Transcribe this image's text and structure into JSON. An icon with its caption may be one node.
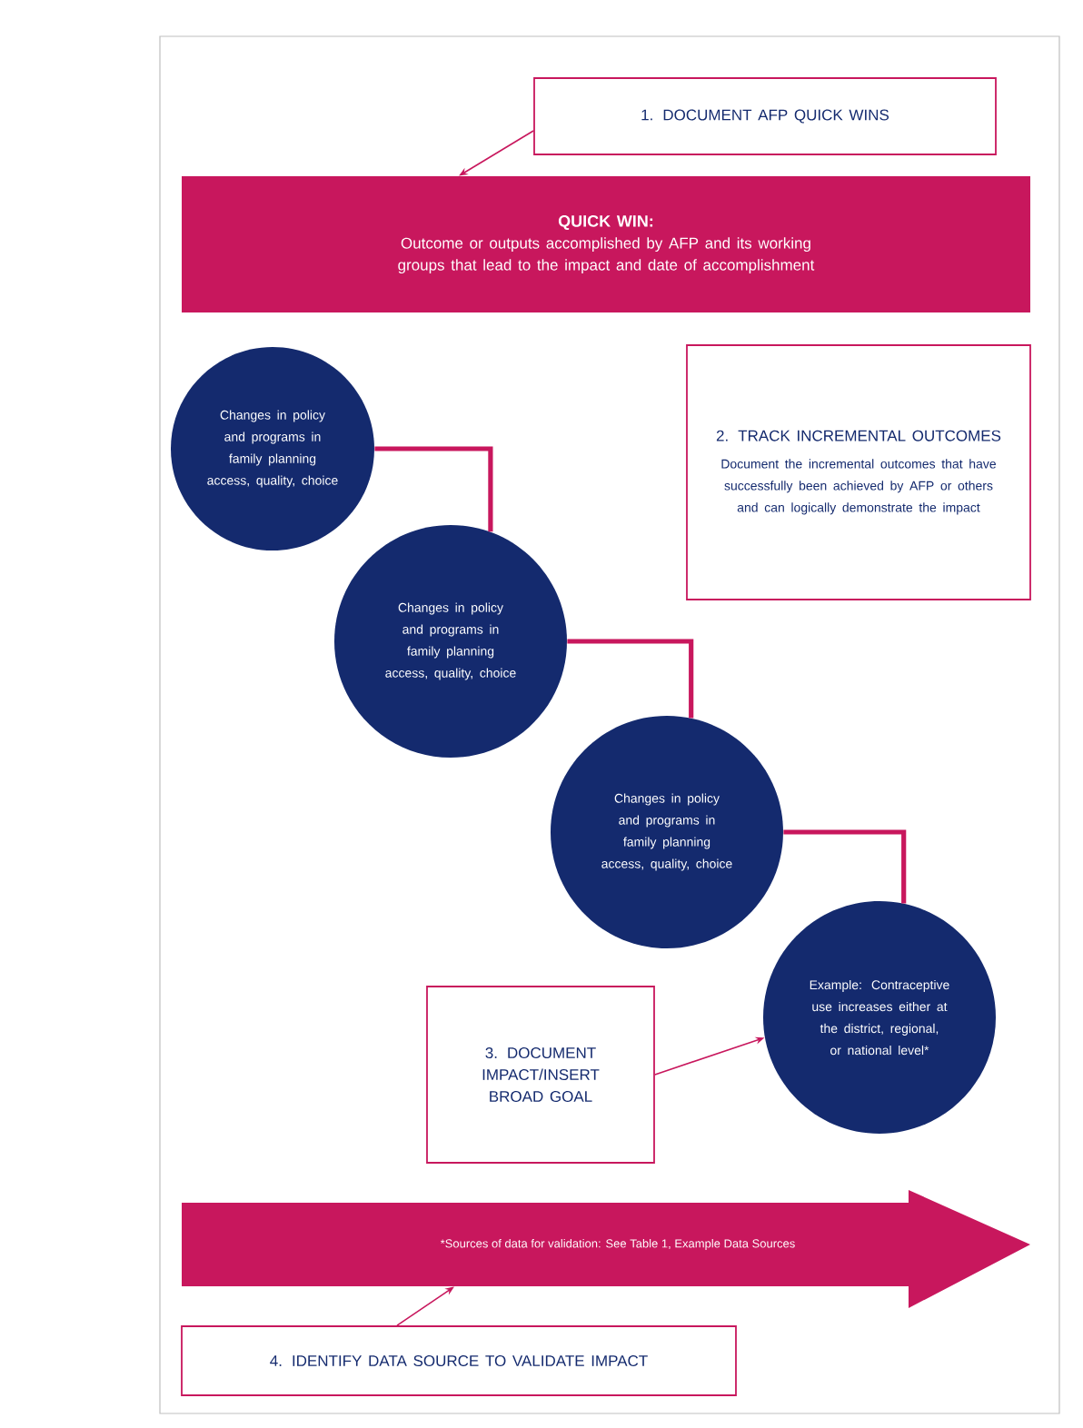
{
  "diagram": {
    "nodes": [
      {
        "text": [
          "1. DOCUMENT AFP QUICK WINS"
        ]
      },
      {
        "text": [
          "QUICK WIN:",
          "Outcome or outputs accomplished by AFP and its working groups that lead to the impact and date of accomplishment"
        ]
      },
      {
        "text": [
          "2. TRACK INCREMENTAL OUTCOMES",
          "Document the incremental outcomes that have successfully been achieved by AFP or others and can logically demonstrate the impact"
        ]
      },
      {
        "text": [
          "Changes in policy and programs in family planning access, quality, choice"
        ]
      },
      {
        "text": [
          "Changes in policy and programs in family planning access, quality, choice"
        ]
      },
      {
        "text": [
          "Changes in policy and programs in family planning access, quality, choice"
        ]
      },
      {
        "text": [
          "Example: Contraceptive use increases either at the district, regional, or national level*"
        ]
      },
      {
        "text": [
          "3. DOCUMENT IMPACT/INSERT BROAD GOAL"
        ]
      },
      {
        "text": [
          "*Sources of data for validation: See Table 1, Example Data Sources"
        ]
      },
      {
        "text": [
          "4. IDENTIFY DATA SOURCE TO VALIDATE IMPACT"
        ]
      }
    ],
    "edges": [
      {
        "from": 0,
        "to": 1,
        "arrow": "to"
      },
      {
        "from": 3,
        "to": 4,
        "arrow": "none",
        "style": "thick"
      },
      {
        "from": 4,
        "to": 5,
        "arrow": "none",
        "style": "thick"
      },
      {
        "from": 5,
        "to": 6,
        "arrow": "none",
        "style": "thick"
      },
      {
        "from": 7,
        "to": 6,
        "arrow": "to"
      },
      {
        "from": 9,
        "to": 8,
        "arrow": "to"
      }
    ]
  }
}
